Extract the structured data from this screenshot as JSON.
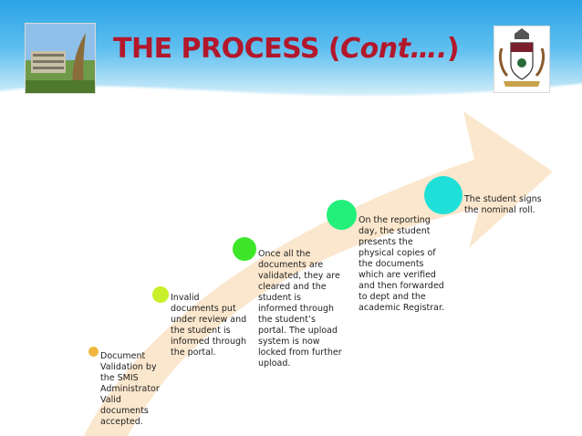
{
  "slide": {
    "title_main": "THE PROCESS (",
    "title_italic": "Cont….",
    "title_end": ")"
  },
  "steps": [
    {
      "text": "Document Validation by the SMIS Administrator Valid documents accepted.",
      "color": "#f0b840"
    },
    {
      "text": "Invalid documents put under review and the student is informed through the portal.",
      "color": "#c8f02a"
    },
    {
      "text": "Once all the documents are validated, they are cleared and the student is informed through the student’s portal. The upload system is now locked from further upload.",
      "color": "#3ee62a"
    },
    {
      "text": "On the reporting day, the student presents the physical copies of the documents which are verified and then forwarded to dept and the academic Registrar.",
      "color": "#22f07a"
    },
    {
      "text": "The student signs the nominal roll.",
      "color": "#1ee0d8"
    }
  ],
  "colors": {
    "title": "#b3172b",
    "arrow": "#fbe4c8",
    "header": "#2aa3e6"
  }
}
